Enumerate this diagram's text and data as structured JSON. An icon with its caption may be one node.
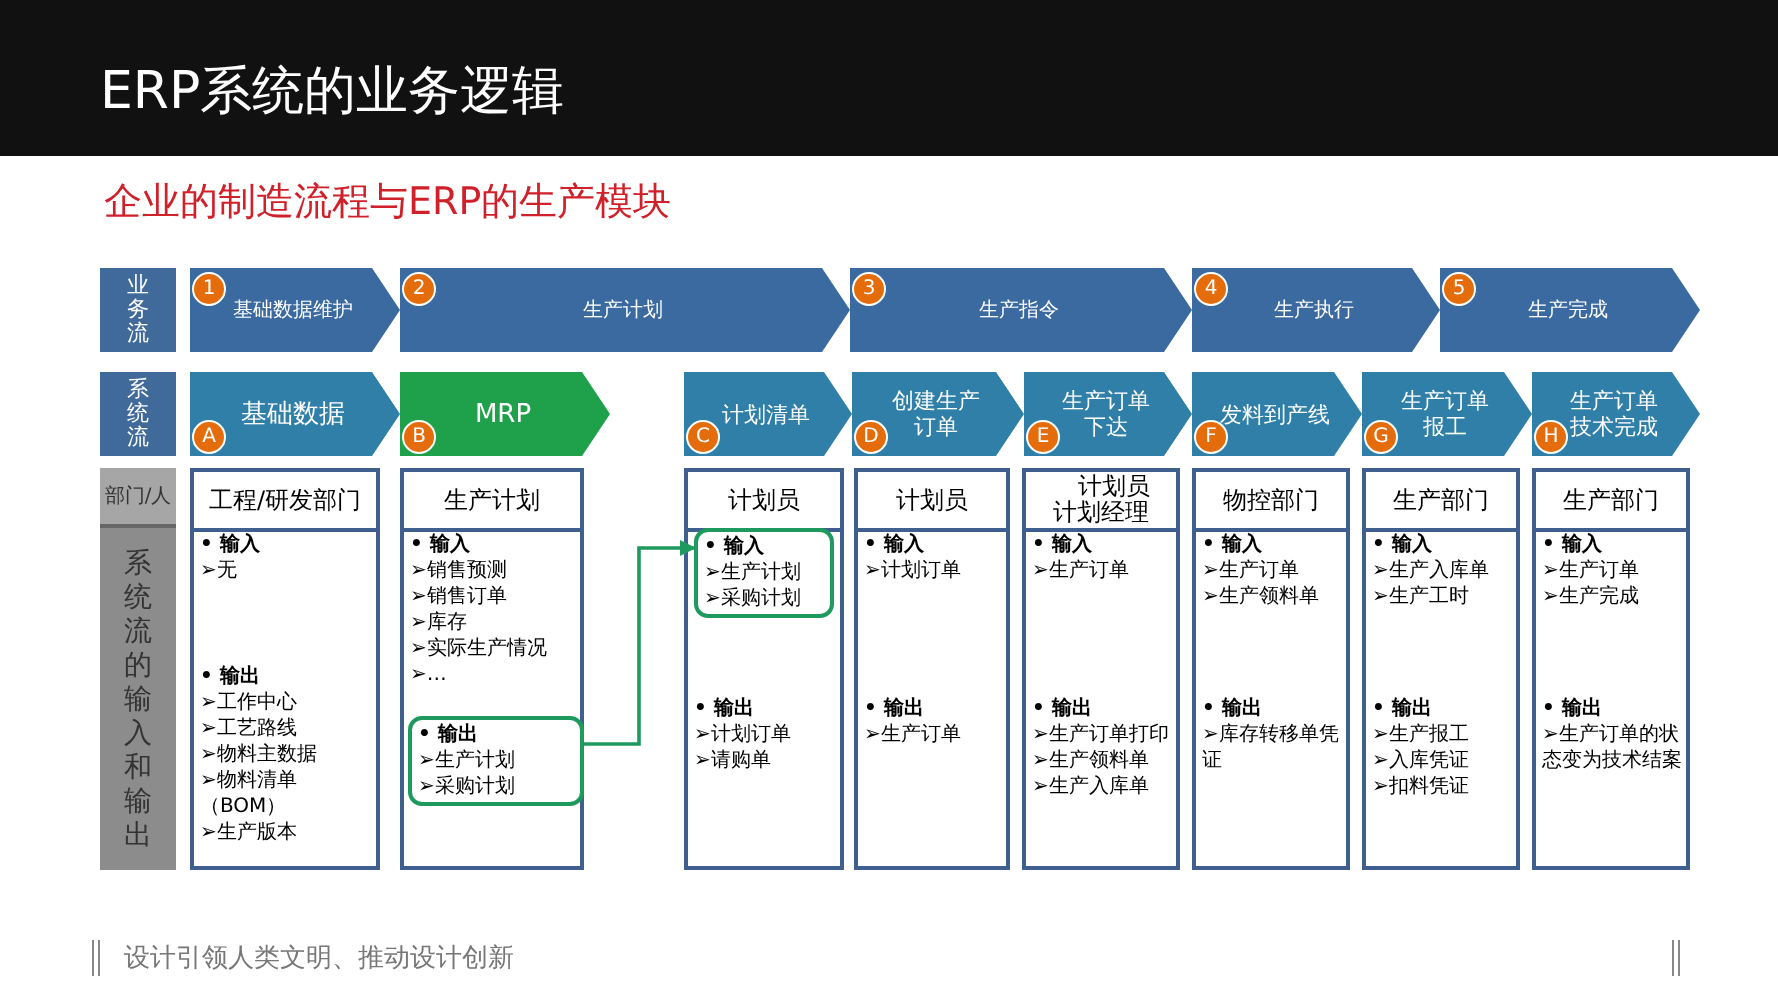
{
  "diagram": {
    "title": "ERP系统的业务逻辑",
    "nodes": [
      {
        "text": [
          "业务流"
        ]
      },
      {
        "text": [
          "系统流"
        ]
      },
      {
        "text": [
          "部门/人"
        ]
      },
      {
        "text": [
          "系统流的输入和输出"
        ]
      },
      {
        "text": [
          "1",
          "基础数据维护"
        ]
      },
      {
        "text": [
          "2",
          "生产计划"
        ]
      },
      {
        "text": [
          "3",
          "生产指令"
        ]
      },
      {
        "text": [
          "4",
          "生产执行"
        ]
      },
      {
        "text": [
          "5",
          "生产完成"
        ]
      },
      {
        "text": [
          "A",
          "基础数据"
        ]
      },
      {
        "text": [
          "B",
          "MRP"
        ]
      },
      {
        "text": [
          "C",
          "计划清单"
        ]
      },
      {
        "text": [
          "D",
          "创建生产订单"
        ]
      },
      {
        "text": [
          "E",
          "生产订单下达"
        ]
      },
      {
        "text": [
          "F",
          "发料到产线"
        ]
      },
      {
        "text": [
          "G",
          "生产订单报工"
        ]
      },
      {
        "text": [
          "H",
          "生产订单技术完成"
        ]
      },
      {
        "text": [
          "工程/研发部门",
          "• 输入",
          "➢无",
          "• 输出",
          "➢工作中心",
          "➢工艺路线",
          "➢物料主数据",
          "➢物料清单（BOM）",
          "➢生产版本"
        ]
      },
      {
        "text": [
          "生产计划",
          "• 输入",
          "➢销售预测",
          "➢销售订单",
          "➢库存",
          "➢实际生产情况",
          "➢…"
        ]
      },
      {
        "text": [
          "• 输出",
          "➢生产计划",
          "➢采购计划"
        ],
        "in": 18
      },
      {
        "text": [
          "计划员",
          "• 输出",
          "➢计划订单",
          "➢请购单"
        ]
      },
      {
        "text": [
          "• 输入",
          "➢生产计划",
          "➢采购计划"
        ],
        "in": 20
      },
      {
        "text": [
          "计划员",
          "• 输入",
          "➢计划订单",
          "• 输出",
          "➢生产订单"
        ]
      },
      {
        "text": [
          "计划员计划经理",
          "• 输入",
          "➢生产订单",
          "• 输出",
          "➢生产订单打印",
          "➢生产领料单",
          "➢生产入库单"
        ]
      },
      {
        "text": [
          "物控部门",
          "• 输入",
          "➢生产订单",
          "➢生产领料单",
          "• 输出",
          "➢库存转移单凭证"
        ]
      },
      {
        "text": [
          "生产部门",
          "• 输入",
          "➢生产入库单",
          "➢生产工时",
          "• 输出",
          "➢生产报工",
          "➢入库凭证",
          "➢扣料凭证"
        ]
      },
      {
        "text": [
          "生产部门",
          "• 输入",
          "➢生产订单",
          "➢生产完成",
          "• 输出",
          "➢生产订单的状态变为技术结案"
        ]
      }
    ],
    "edges": [
      {
        "from": 19,
        "to": 21,
        "arrow": "to",
        "color": "#1f9a5e"
      }
    ],
    "labels": [
      "企业的制造流程与ERP的生产模块",
      "设计引领人类文明、推动设计创新"
    ]
  }
}
